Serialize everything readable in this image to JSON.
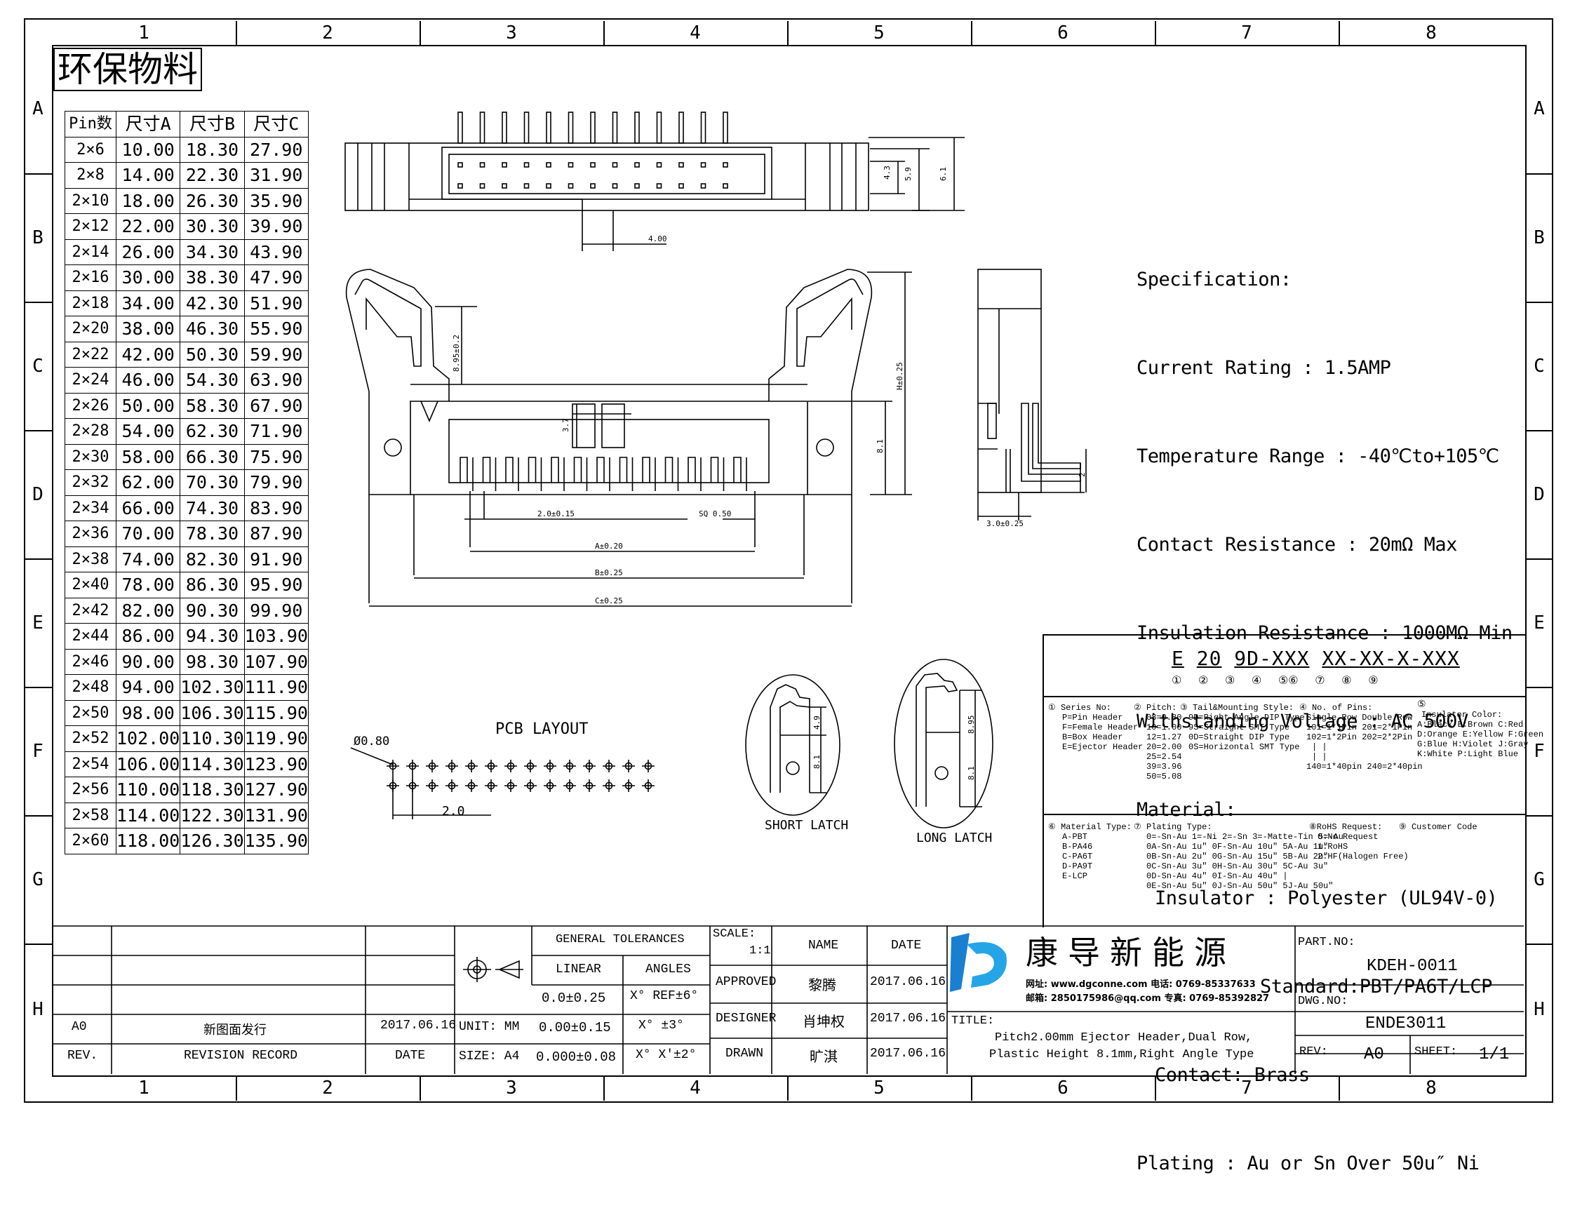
{
  "zones": {
    "columns": [
      "1",
      "2",
      "3",
      "4",
      "5",
      "6",
      "7",
      "8"
    ],
    "rows": [
      "A",
      "B",
      "C",
      "D",
      "E",
      "F",
      "G",
      "H"
    ]
  },
  "env_title": "环保物料",
  "dim_table": {
    "headers": [
      "Pin数",
      "尺寸A",
      "尺寸B",
      "尺寸C"
    ],
    "rows": [
      [
        "2×6",
        "10.00",
        "18.30",
        "27.90"
      ],
      [
        "2×8",
        "14.00",
        "22.30",
        "31.90"
      ],
      [
        "2×10",
        "18.00",
        "26.30",
        "35.90"
      ],
      [
        "2×12",
        "22.00",
        "30.30",
        "39.90"
      ],
      [
        "2×14",
        "26.00",
        "34.30",
        "43.90"
      ],
      [
        "2×16",
        "30.00",
        "38.30",
        "47.90"
      ],
      [
        "2×18",
        "34.00",
        "42.30",
        "51.90"
      ],
      [
        "2×20",
        "38.00",
        "46.30",
        "55.90"
      ],
      [
        "2×22",
        "42.00",
        "50.30",
        "59.90"
      ],
      [
        "2×24",
        "46.00",
        "54.30",
        "63.90"
      ],
      [
        "2×26",
        "50.00",
        "58.30",
        "67.90"
      ],
      [
        "2×28",
        "54.00",
        "62.30",
        "71.90"
      ],
      [
        "2×30",
        "58.00",
        "66.30",
        "75.90"
      ],
      [
        "2×32",
        "62.00",
        "70.30",
        "79.90"
      ],
      [
        "2×34",
        "66.00",
        "74.30",
        "83.90"
      ],
      [
        "2×36",
        "70.00",
        "78.30",
        "87.90"
      ],
      [
        "2×38",
        "74.00",
        "82.30",
        "91.90"
      ],
      [
        "2×40",
        "78.00",
        "86.30",
        "95.90"
      ],
      [
        "2×42",
        "82.00",
        "90.30",
        "99.90"
      ],
      [
        "2×44",
        "86.00",
        "94.30",
        "103.90"
      ],
      [
        "2×46",
        "90.00",
        "98.30",
        "107.90"
      ],
      [
        "2×48",
        "94.00",
        "102.30",
        "111.90"
      ],
      [
        "2×50",
        "98.00",
        "106.30",
        "115.90"
      ],
      [
        "2×52",
        "102.00",
        "110.30",
        "119.90"
      ],
      [
        "2×54",
        "106.00",
        "114.30",
        "123.90"
      ],
      [
        "2×56",
        "110.00",
        "118.30",
        "127.90"
      ],
      [
        "2×58",
        "114.00",
        "122.30",
        "131.90"
      ],
      [
        "2×60",
        "118.00",
        "126.30",
        "135.90"
      ]
    ]
  },
  "spec": {
    "title": "Specification:",
    "current": "Current Rating : 1.5AMP",
    "temp": "Temperature Range : -40℃to+105℃",
    "contact_res": "Contact Resistance : 20mΩ Max",
    "insul_res": "Insulation Resistance : 1000MΩ Min",
    "voltage": "Withstanding Voltage : AC 500V",
    "material": "Material:",
    "insulator": "Insulator : Polyester (UL94V-0)",
    "standard": "Standard:PBT/PA6T/LCP",
    "contact": "Contact: Brass",
    "plating": "Plating : Au or Sn Over 50u″ Ni"
  },
  "dims": {
    "d4_3": "4.3",
    "d5_9": "5.9",
    "d6_1": "6.1",
    "d4_00": "4.00",
    "d8_95": "8.95±0.2",
    "h": "H±0.25",
    "d3_7": "3.7",
    "d8_1": "8.1",
    "pitch": "2.0±0.15",
    "sq": "SQ 0.50",
    "a": "A±0.20",
    "b": "B±0.25",
    "c": "C±0.25",
    "d2": "2",
    "d3_0": "3.0±0.25",
    "d4_9": "4.9",
    "d8_1s": "8.1",
    "d8_95l": "8.95",
    "d8_1l": "8.1"
  },
  "pcb": {
    "title": "PCB LAYOUT",
    "hole": "Ø0.80",
    "pitch": "2.0"
  },
  "latch": {
    "short": "SHORT LATCH",
    "long": "LONG LATCH"
  },
  "part_code": {
    "code": "E 20 9D-XXX X X-XX-X-XXX",
    "parts": [
      "E",
      "20",
      "9D-XXX",
      "X",
      "X-",
      "XX-",
      "X-",
      "XXX"
    ],
    "nums": [
      "①",
      "②",
      "③",
      "④",
      "⑤⑥",
      "⑦",
      "⑧",
      "⑨"
    ],
    "series_title": "① Series No:",
    "series": [
      "P=Pin Header",
      "F=Female Header",
      "B=Box Header",
      "E=Ejector Header"
    ],
    "pitch_title": "② Pitch:",
    "pitch": [
      "08=0.80",
      "10=1.00",
      "12=1.27",
      "20=2.00",
      "25=2.54",
      "39=3.96",
      "50=5.08"
    ],
    "tail_title": "③ Tail&Mounting Style:",
    "tail": [
      "9D=Right Angle DIP Type",
      "9S=Straight SMT Type",
      "0D=Straight DIP Type",
      "0S=Horizontal SMT Type"
    ],
    "pins_title": "④ No. of Pins:",
    "pins_head": [
      "Single Row",
      "Double Row"
    ],
    "pins": [
      [
        "101=1*1Pin",
        "201=2*1Pin"
      ],
      [
        "102=1*2Pin",
        "202=2*2Pin"
      ],
      [
        "|",
        "|"
      ],
      [
        "|",
        "|"
      ],
      [
        "140=1*40pin",
        "240=2*40pin"
      ]
    ],
    "color_title_num": "⑤",
    "color_title": "Insulator Color:",
    "colors": [
      "A:Black  B:Brown  C:Red",
      "D:Orange E:Yellow F:Green",
      "G:Blue   H:Violet J:Gray",
      "K:White  P:Light Blue"
    ],
    "mat_title": "⑥ Material Type:",
    "mats": [
      "A-PBT",
      "B-PA46",
      "C-PA6T",
      "D-PA9T",
      "E-LCP"
    ],
    "plating_title": "⑦ Plating Type:",
    "plating": [
      "0=-Sn-Au 1=-Ni 2=-Sn 3=-Matte-Tin 5=-Au",
      "0A-Sn-Au 1u″ 0F-Sn-Au 10u″  5A-Au 1u″",
      "0B-Sn-Au 2u″ 0G-Sn-Au 15u″  5B-Au 2u″",
      "0C-Sn-Au 3u″ 0H-Sn-Au 30u″  5C-Au 3u″",
      "0D-Sn-Au 4u″ 0I-Sn-Au 40u″    |",
      "0E-Sn-Au 5u″ 0J-Sn-Au 50u″  5J-Au 50u″"
    ],
    "rohs_title": "⑧RoHS Request:",
    "rohs": [
      "0:No Request",
      "1:RoHS",
      "2:HF(Halogen Free)"
    ],
    "cust_title": "⑨ Customer Code"
  },
  "title_block": {
    "tol_title": "GENERAL TOLERANCES",
    "linear": "LINEAR",
    "angles": "ANGLES",
    "tol1": "0.0±0.25",
    "ang1": "X° REF±6°",
    "tol2": "0.00±0.15",
    "ang2": "X° ±3°",
    "tol3": "0.000±0.08",
    "ang3": "X° X'±2°",
    "unit": "UNIT: MM",
    "size": "SIZE: A4",
    "scale_lbl": "SCALE:",
    "scale": "1:1",
    "name_lbl": "NAME",
    "date_lbl": "DATE",
    "approved": "APPROVED",
    "approved_name": "黎腾",
    "approved_date": "2017.06.16",
    "designer": "DESIGNER",
    "designer_name": "肖坤权",
    "designer_date": "2017.06.16",
    "drawn": "DRAWN",
    "drawn_name": "旷淇",
    "drawn_date": "2017.06.16",
    "rev_a": "A0",
    "rev_desc": "新图面发行",
    "rev_date": "2017.06.16",
    "rev_h": "REV.",
    "rev_rec": "REVISION RECORD",
    "date_h": "DATE",
    "company": "康导新能源",
    "web": "网址: www.dgconne.com  电话: 0769-85337633",
    "mail": "邮箱: 2850175986@qq.com  专真: 0769-85392827",
    "title_lbl": "TITLE:",
    "title1": "Pitch2.00mm Ejector Header,Dual Row,",
    "title2": "Plastic Height 8.1mm,Right Angle Type",
    "part_lbl": "PART.NO:",
    "part": "KDEH-0011",
    "dwg_lbl": "DWG.NO:",
    "dwg": "ENDE3011",
    "rev_lbl": "REV:",
    "rev": "A0",
    "sheet_lbl": "SHEET:",
    "sheet": "1/1"
  }
}
